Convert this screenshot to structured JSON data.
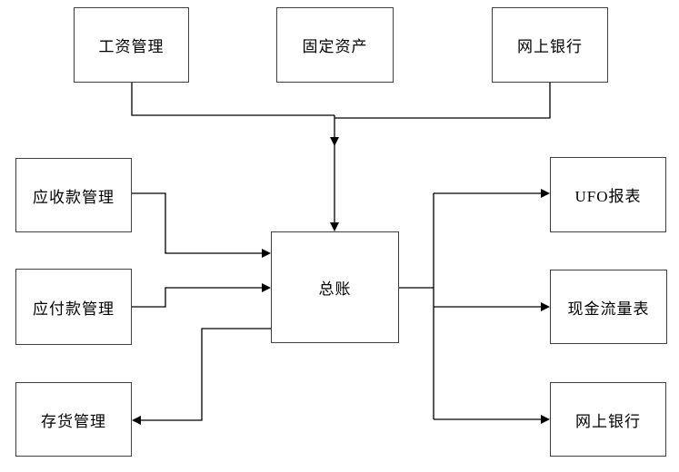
{
  "diagram": {
    "type": "flowchart",
    "description": "Financial software module integration diagram centered on the general ledger",
    "nodes": [
      {
        "id": "salary",
        "label": "工资管理"
      },
      {
        "id": "fixed-assets",
        "label": "固定资产"
      },
      {
        "id": "online-banking-top",
        "label": "网上银行"
      },
      {
        "id": "receivables",
        "label": "应收款管理"
      },
      {
        "id": "payables",
        "label": "应付款管理"
      },
      {
        "id": "inventory",
        "label": "存货管理"
      },
      {
        "id": "general-ledger",
        "label": "总账"
      },
      {
        "id": "ufo-report",
        "label": "UFO报表"
      },
      {
        "id": "cash-flow",
        "label": "现金流量表"
      },
      {
        "id": "online-banking-bottom",
        "label": "网上银行"
      }
    ],
    "edges": [
      {
        "from": "工资管理",
        "to": "总账"
      },
      {
        "from": "网上银行",
        "to": "总账"
      },
      {
        "from": "应收款管理",
        "to": "总账"
      },
      {
        "from": "应付款管理",
        "to": "总账"
      },
      {
        "from": "总账",
        "to": "UFO报表"
      },
      {
        "from": "总账",
        "to": "现金流量表"
      },
      {
        "from": "总账",
        "to": "网上银行"
      },
      {
        "from": "总账",
        "to": "存货管理"
      }
    ],
    "colors": {
      "background": "#ffffff",
      "box_border": "#404040",
      "line": "#000000",
      "text": "#000000"
    }
  }
}
